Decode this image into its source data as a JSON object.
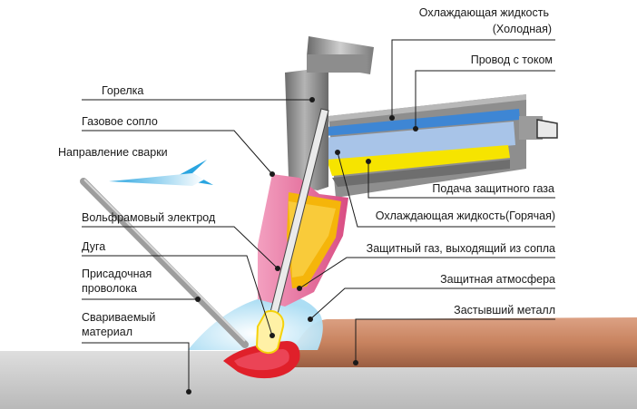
{
  "labels": {
    "coolant_cold_1": "Охлаждающая жидкость",
    "coolant_cold_2": "(Холодная)",
    "power_cable": "Провод с током",
    "torch": "Горелка",
    "gas_nozzle": "Газовое сопло",
    "welding_direction": "Направление сварки",
    "shield_gas_supply": "Подача защитного газа",
    "tungsten_electrode": "Вольфрамовый электрод",
    "coolant_hot": "Охлаждающая жидкость(Горячая)",
    "arc": "Дуга",
    "shield_gas_from_nozzle": "Защитный газ, выходящий из сопла",
    "filler_wire_1": "Присадочная",
    "filler_wire_2": "проволока",
    "shield_atmosphere": "Защитная атмосфера",
    "workpiece_1": "Свариваемый",
    "workpiece_2": "материал",
    "solid_metal": "Застывший металл"
  },
  "colors": {
    "torch_body": "#8a8a8a",
    "nozzle": "#e8679a",
    "coolant_cold": "#3e86d4",
    "coolant_hot": "#a8c4e8",
    "gas_channel": "#f6e400",
    "collet": "#f5b50a",
    "arc": "#fff1a6",
    "weld_pool": "#e0202a",
    "solid_metal": "#c98668",
    "workpiece": "#c8c8c8",
    "atmosphere": "#bfe6f8",
    "direction_arrow": "#5fc3ec"
  }
}
